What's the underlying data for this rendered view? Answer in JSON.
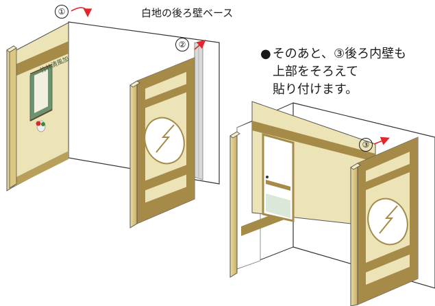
{
  "labels": {
    "base_wall": "白地の後ろ壁ベース",
    "step1": "①",
    "step2": "②",
    "step3": "③"
  },
  "note": {
    "bullet": "●",
    "line1": "そのあと、③後ろ内壁も",
    "line2": "上部をそろえて",
    "line3": "貼り付けます。"
  },
  "scroll": {
    "text": "竹林清風加"
  },
  "colors": {
    "panel": "#ece3b7",
    "band": "#a58a48",
    "scroll_green": "#6d9471",
    "arrow": "#e3262a",
    "wall_edge": "#333333"
  }
}
